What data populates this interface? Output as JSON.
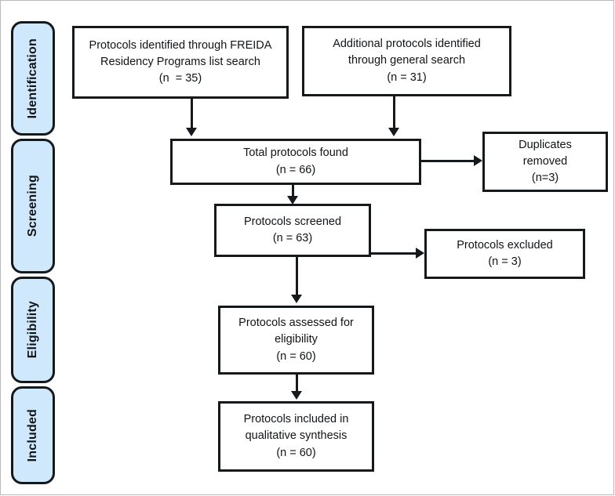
{
  "diagram": {
    "title": "PRISMA protocol selection flow diagram",
    "colors": {
      "stage_fill": "#cfe8fb",
      "stage_border": "#15191c",
      "box_fill": "#ffffff",
      "box_border": "#15191c",
      "connector": "#15191c",
      "page_background": "#ffffff"
    },
    "stages": [
      {
        "id": "identification",
        "label": "Identification"
      },
      {
        "id": "screening",
        "label": "Screening"
      },
      {
        "id": "eligibility",
        "label": "Eligibility"
      },
      {
        "id": "included",
        "label": "Included"
      }
    ],
    "boxes": [
      {
        "id": "freida-search",
        "stage": "identification",
        "lines": [
          "Protocols identified through FREIDA",
          "Residency Programs list search",
          "(n  = 35)"
        ],
        "count": 35
      },
      {
        "id": "general-search",
        "stage": "identification",
        "lines": [
          "Additional protocols identified",
          "through general search",
          "(n = 31)"
        ],
        "count": 31
      },
      {
        "id": "total-found",
        "stage": "screening",
        "lines": [
          "Total protocols found",
          "(n = 66)"
        ],
        "count": 66
      },
      {
        "id": "duplicates-removed",
        "stage": "screening",
        "lines": [
          "Duplicates",
          "removed",
          "(n=3)"
        ],
        "count": 3
      },
      {
        "id": "screened",
        "stage": "screening",
        "lines": [
          "Protocols screened",
          "(n = 63)"
        ],
        "count": 63
      },
      {
        "id": "excluded",
        "stage": "screening",
        "lines": [
          "Protocols excluded",
          "(n = 3)"
        ],
        "count": 3
      },
      {
        "id": "assessed-eligibility",
        "stage": "eligibility",
        "lines": [
          "Protocols assessed for",
          "eligibility",
          "(n = 60)"
        ],
        "count": 60
      },
      {
        "id": "included-qualitative",
        "stage": "included",
        "lines": [
          "Protocols included in",
          "qualitative synthesis",
          "(n = 60)"
        ],
        "count": 60
      }
    ],
    "connectors": [
      {
        "id": "freida-to-total",
        "from": "freida-search",
        "to": "total-found",
        "direction": "down"
      },
      {
        "id": "general-to-total",
        "from": "general-search",
        "to": "total-found",
        "direction": "down"
      },
      {
        "id": "total-to-duplicates",
        "from": "total-found",
        "to": "duplicates-removed",
        "direction": "right"
      },
      {
        "id": "total-to-screened",
        "from": "total-found",
        "to": "screened",
        "direction": "down"
      },
      {
        "id": "screened-to-excluded",
        "from": "screened",
        "to": "excluded",
        "direction": "right"
      },
      {
        "id": "screened-to-assessed",
        "from": "screened",
        "to": "assessed-eligibility",
        "direction": "down"
      },
      {
        "id": "assessed-to-included",
        "from": "assessed-eligibility",
        "to": "included-qualitative",
        "direction": "down"
      }
    ]
  }
}
